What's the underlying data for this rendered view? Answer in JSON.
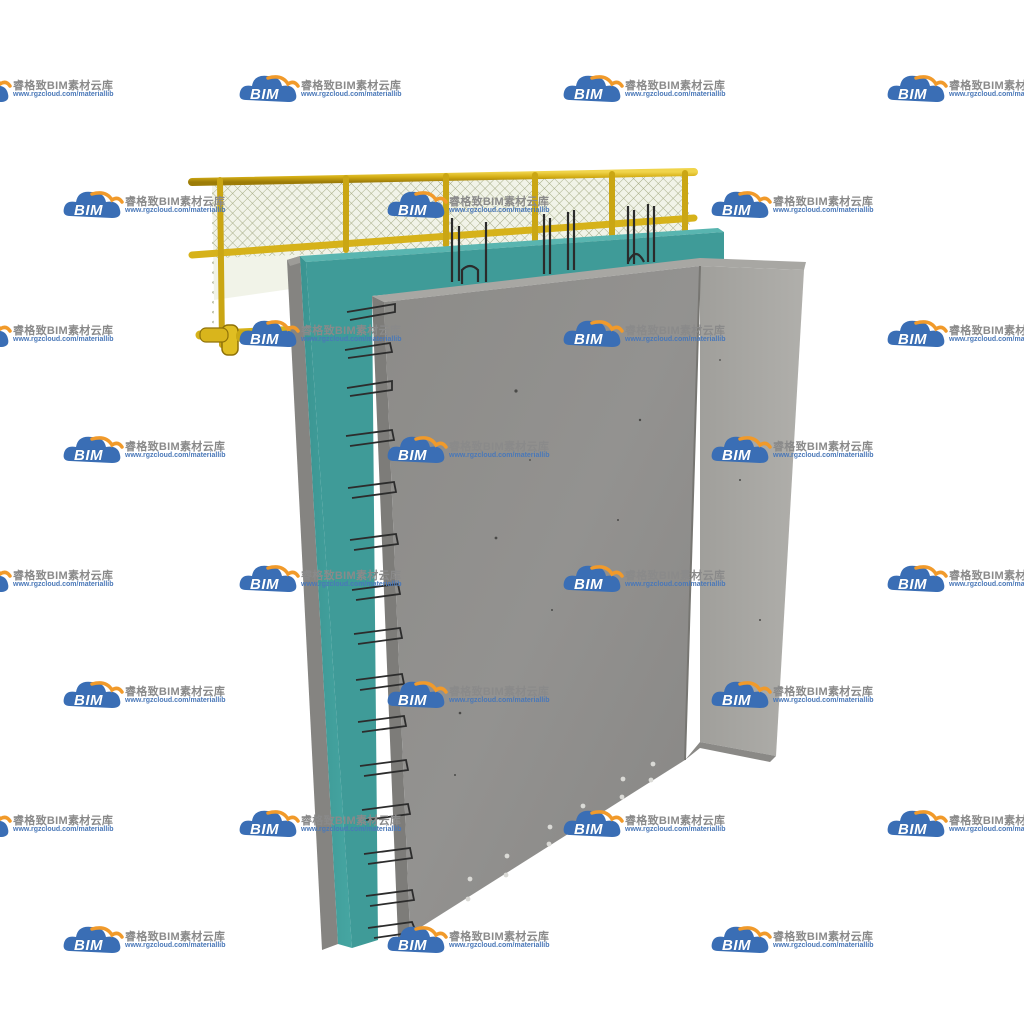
{
  "watermark": {
    "logo_text": "BIM",
    "brand_cn": "睿格致BIM素材云库",
    "url": "www.rgzcloud.com/materiallib"
  },
  "colors": {
    "concrete_face": "#8e8e8c",
    "concrete_side": "#a7a6a2",
    "concrete_top": "#9c9b98",
    "insulation": "#3e9a97",
    "outer_leaf": "#8d8c89",
    "guardrail": "#d9b51c",
    "mesh": "#9aa27a",
    "rebar": "#2a2a2a",
    "watermark_blue": "#3a6eb5",
    "watermark_orange": "#f19a2a"
  }
}
